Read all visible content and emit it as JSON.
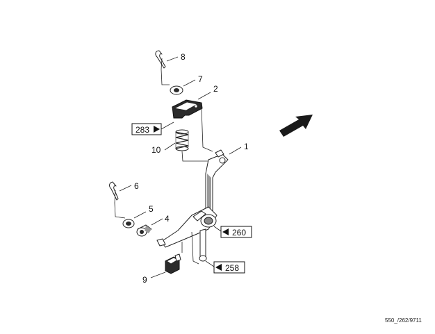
{
  "callouts": [
    "1",
    "2",
    "4",
    "5",
    "6",
    "7",
    "8",
    "9",
    "10"
  ],
  "references": {
    "ref_283": "283",
    "ref_260": "260",
    "ref_258": "258"
  },
  "drawing_code": "550_/262/9711"
}
